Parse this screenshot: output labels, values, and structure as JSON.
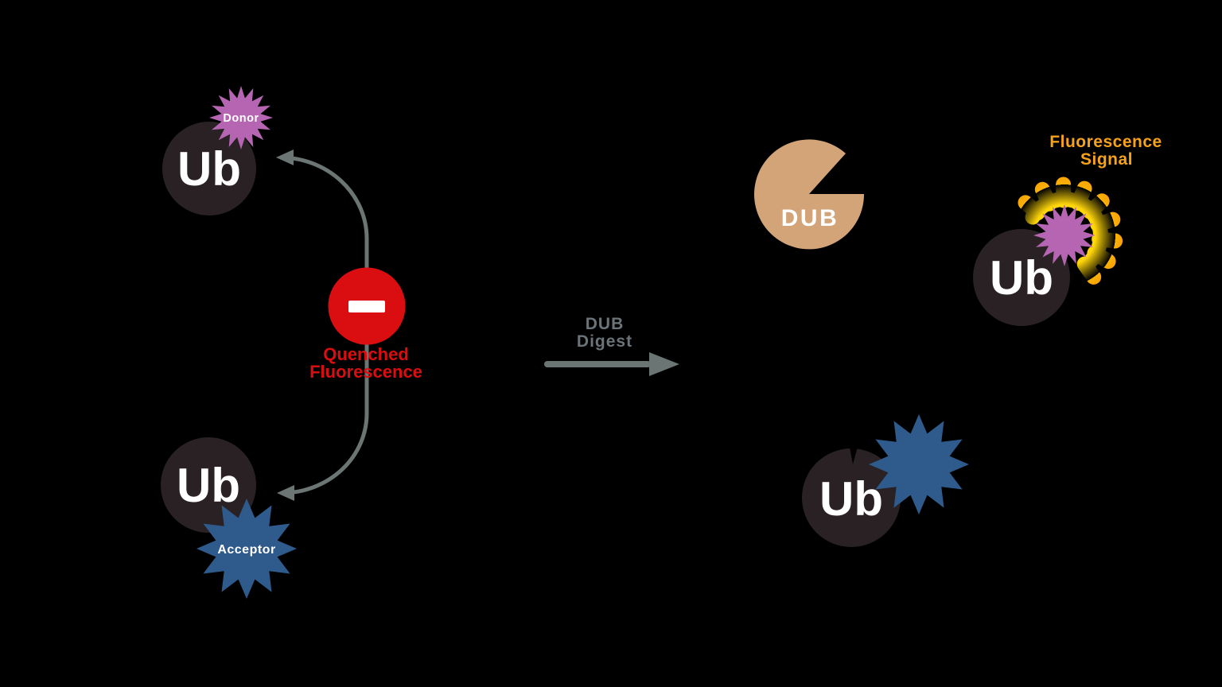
{
  "diagram": {
    "substrate": {
      "ub_top_label": "Ub",
      "donor_label": "Donor",
      "ub_bottom_label": "Ub",
      "acceptor_label": "Acceptor",
      "quenched_line1": "Quenched",
      "quenched_line2": "Fluorescence"
    },
    "reaction": {
      "digest_line1": "DUB",
      "digest_line2": "Digest"
    },
    "products": {
      "enzyme_label": "DUB",
      "ub_signal_label": "Ub",
      "signal_line1": "Fluorescence",
      "signal_line2": "Signal",
      "ub_released_label": "Ub"
    }
  },
  "colors": {
    "background": "#000000",
    "ubiquitin_circle": "#292123",
    "donor_star": "#b565b2",
    "acceptor_star": "#2f5a8c",
    "quench_red": "#da0e10",
    "dub_tan": "#d2a478",
    "arrow_gray": "#6b7573",
    "signal_orange": "#f6a21b",
    "glow_inner_yellow": "#ffd60a",
    "glow_outer_orange": "#f59c03",
    "label_white": "#ffffff"
  }
}
